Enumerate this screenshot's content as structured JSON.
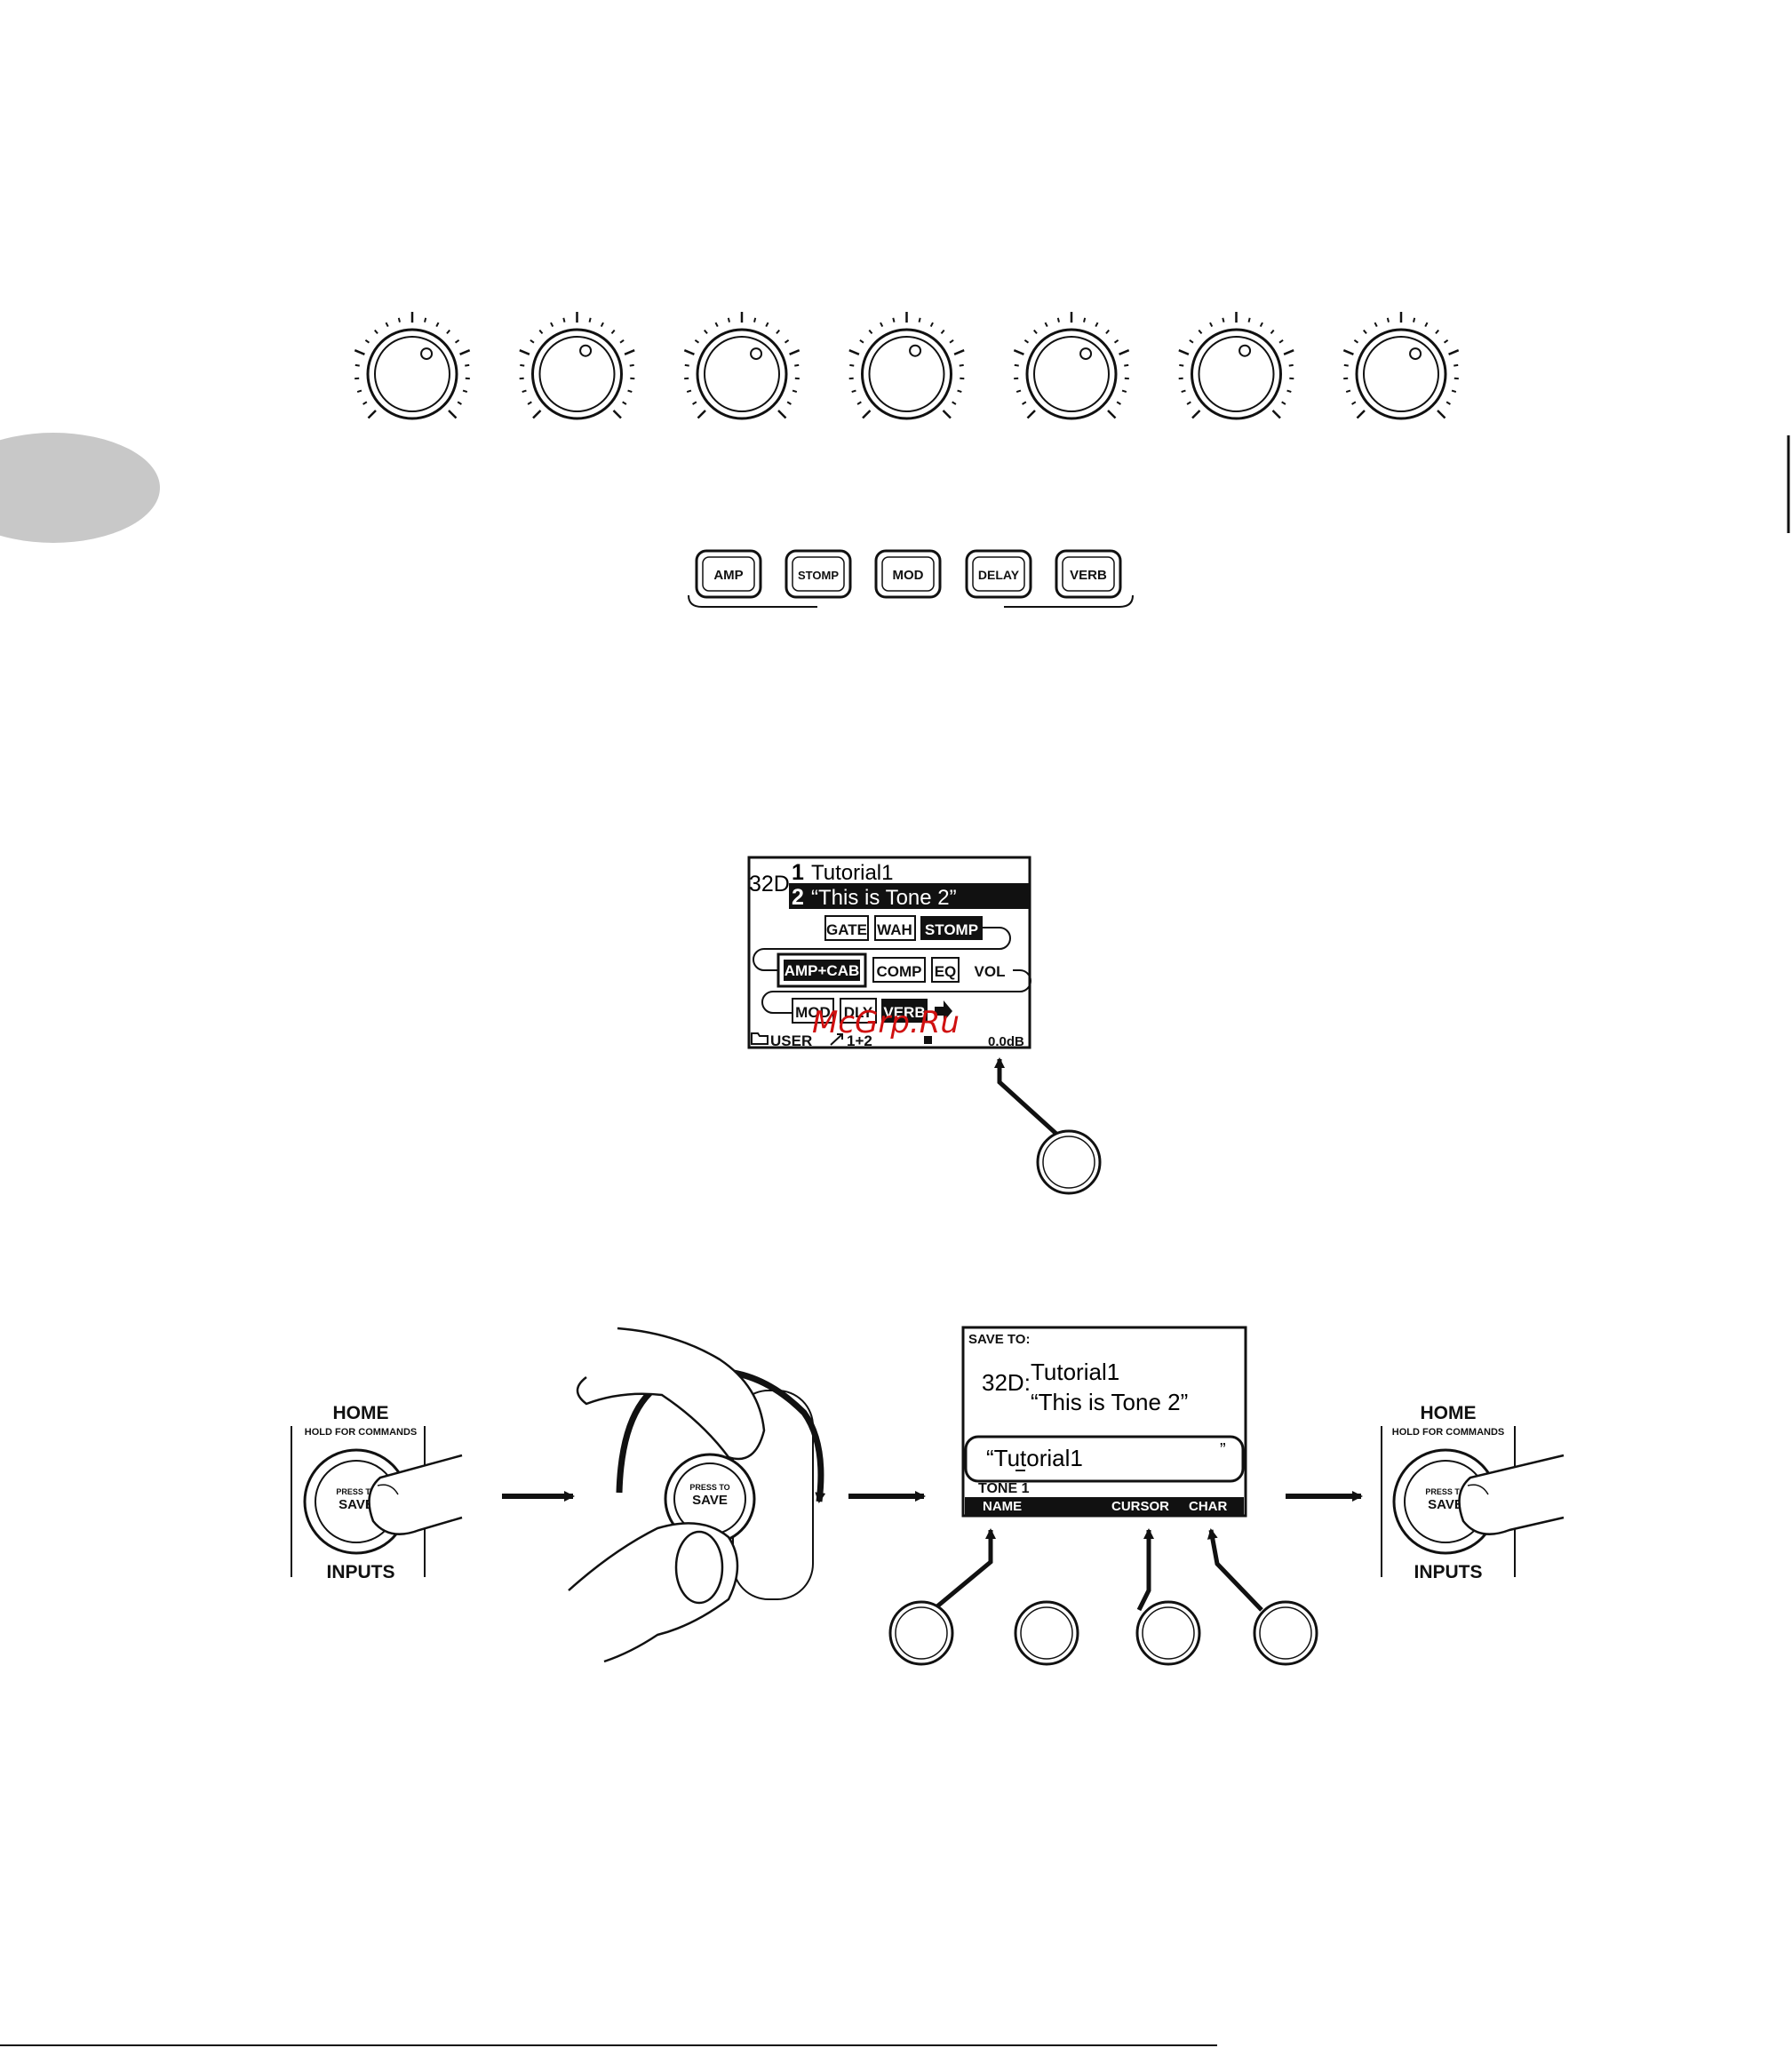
{
  "knobs": {
    "count": 7
  },
  "amp_buttons": {
    "amp": "AMP",
    "stomp": "STOMP",
    "mod": "MOD",
    "delay": "DELAY",
    "verb": "VERB"
  },
  "lcd1": {
    "preset": "32D",
    "tone1_num": "1",
    "tone1_name": "Tutorial1",
    "tone2_num": "2",
    "tone2_name": "“This is Tone 2”",
    "blocks": {
      "gate": "GATE",
      "wah": "WAH",
      "stomp": "STOMP",
      "ampcab": "AMP+CAB",
      "comp": "COMP",
      "eq": "EQ",
      "vol": "VOL",
      "mod": "MOD",
      "dly": "DLY",
      "verb": "VERB"
    },
    "bank": "USER",
    "routing": "1+2",
    "level": "0.0dB"
  },
  "home_button": {
    "home": "HOME",
    "hold": "HOLD FOR COMMANDS",
    "press": "PRESS TO",
    "save": "SAVE",
    "inputs": "INPUTS"
  },
  "save_screen": {
    "title": "SAVE TO:",
    "preset": "32D:",
    "line1": "Tutorial1",
    "line2": "“This is Tone 2”",
    "name_field": "“Tutorial1",
    "name_close": "”",
    "tone_label": "TONE 1",
    "soft_name": "NAME",
    "soft_cursor": "CURSOR",
    "soft_char": "CHAR"
  },
  "watermark": "McGrp.Ru",
  "colors": {
    "ink": "#111111",
    "watermark": "#d01010",
    "tab": "#c8c8c8"
  }
}
